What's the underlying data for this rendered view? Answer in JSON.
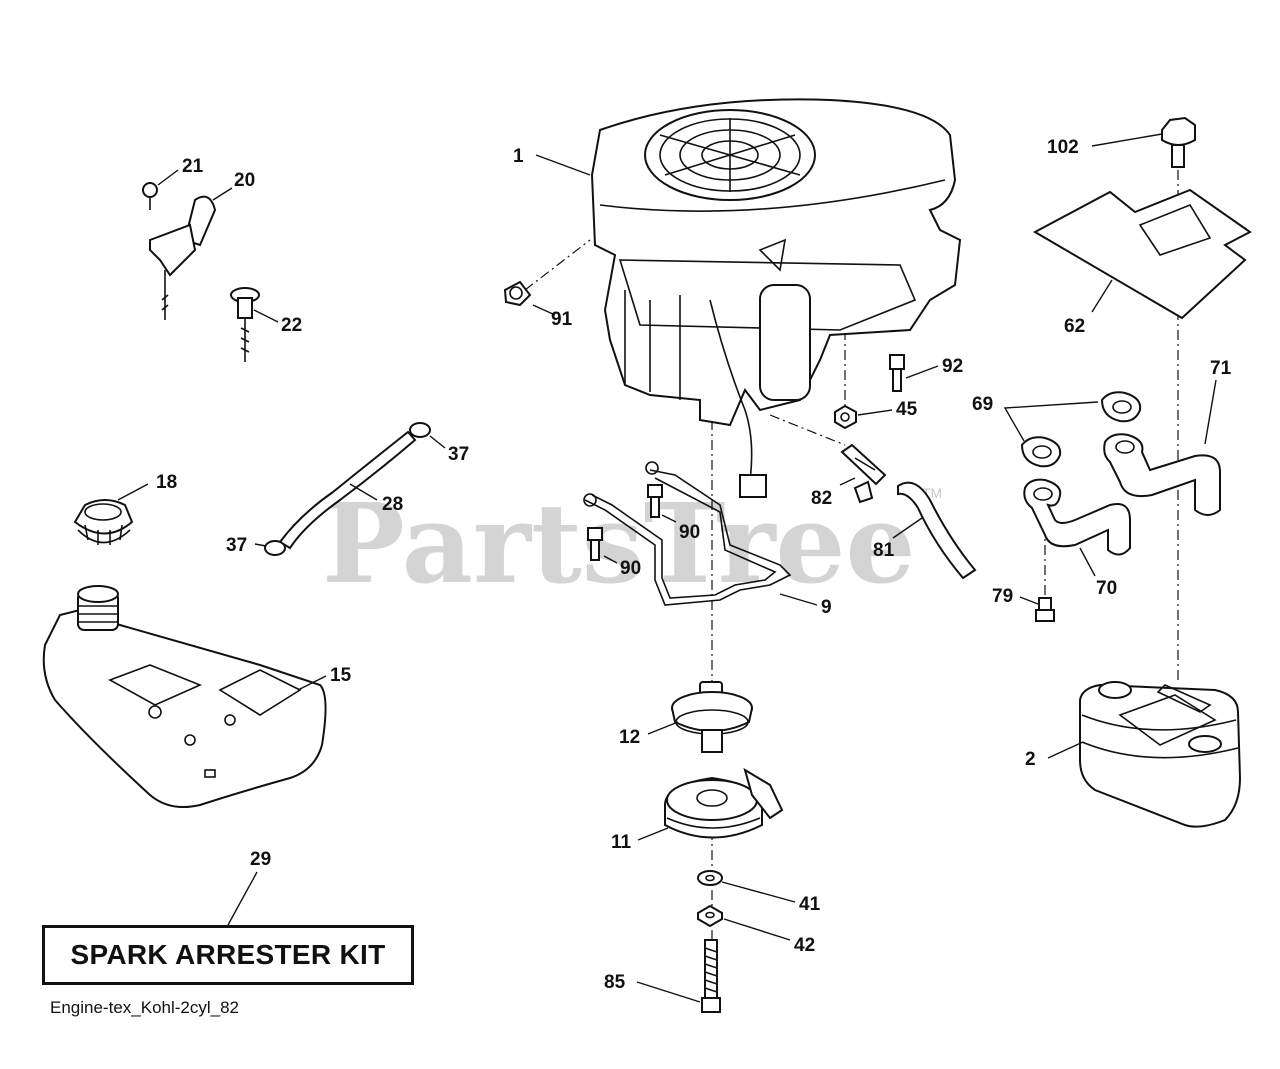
{
  "watermark": {
    "text": "PartsTree",
    "trademark": "TM"
  },
  "callouts": {
    "c1": "1",
    "c2": "2",
    "c9": "9",
    "c11": "11",
    "c12": "12",
    "c15": "15",
    "c18": "18",
    "c20": "20",
    "c21": "21",
    "c22": "22",
    "c28": "28",
    "c29": "29",
    "c37a": "37",
    "c37b": "37",
    "c41": "41",
    "c42": "42",
    "c45": "45",
    "c62": "62",
    "c69": "69",
    "c70": "70",
    "c71": "71",
    "c79": "79",
    "c81": "81",
    "c82": "82",
    "c85": "85",
    "c90a": "90",
    "c90b": "90",
    "c91": "91",
    "c92": "92",
    "c102": "102"
  },
  "kit_label": "SPARK ARRESTER KIT",
  "diagram_ref": "Engine-tex_Kohl-2cyl_82"
}
